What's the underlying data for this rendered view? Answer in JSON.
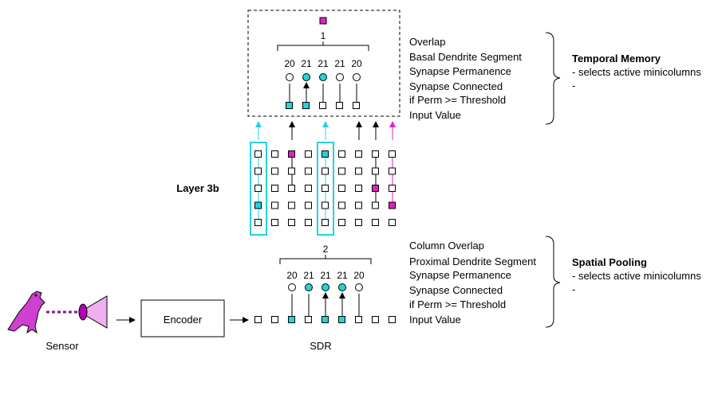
{
  "colors": {
    "magenta": "#e020c0",
    "cyan": "#22d4dc",
    "black": "#000000",
    "sensor_fill": "#d040d0",
    "eye_fill": "#f0b0f0"
  },
  "sensor": {
    "label": "Sensor",
    "icons": [
      "bird-icon",
      "eye-icon"
    ]
  },
  "encoder": {
    "label": "Encoder"
  },
  "sdr": {
    "label": "SDR",
    "cells": [
      "empty",
      "empty",
      "cyan",
      "empty",
      "cyan",
      "cyan",
      "empty",
      "empty",
      "empty"
    ]
  },
  "spatial_pooling": {
    "overlap_value": "2",
    "segment_values": [
      "20",
      "21",
      "21",
      "21",
      "20"
    ],
    "circle_states": [
      "empty",
      "cyan",
      "cyan",
      "cyan",
      "empty"
    ],
    "labels": [
      "Column Overlap",
      "Proximal Dendrite Segment",
      "Synapse Permanence",
      "Synapse Connected",
      "if Perm >= Threshold",
      "Input Value"
    ],
    "title": "Spatial Pooling",
    "desc_lines": [
      "- selects active minicolumns",
      "-"
    ]
  },
  "layer": {
    "label": "Layer 3b",
    "top_cells": [
      "empty",
      "empty",
      "magenta",
      "empty",
      "cyan",
      "empty",
      "empty",
      "empty",
      "empty"
    ],
    "grid_highlights": [
      {
        "col": 0,
        "row": 3,
        "color": "cyan"
      },
      {
        "col": 7,
        "row": 2,
        "color": "magenta"
      },
      {
        "col": 8,
        "row": 3,
        "color": "magenta"
      }
    ]
  },
  "temporal_memory": {
    "overlap_value": "1",
    "segment_values": [
      "20",
      "21",
      "21",
      "21",
      "20"
    ],
    "circle_states": [
      "empty",
      "cyan",
      "cyan",
      "empty",
      "empty"
    ],
    "input_states": [
      "cyan",
      "cyan",
      "empty",
      "empty",
      "empty"
    ],
    "labels": [
      "Overlap",
      "Basal Dendrite Segment",
      "Synapse Permanence",
      "Synapse Connected",
      "if Perm >= Threshold",
      "Input Value"
    ],
    "title": "Temporal Memory",
    "desc_lines": [
      "- selects active minicolumns",
      "-"
    ]
  }
}
